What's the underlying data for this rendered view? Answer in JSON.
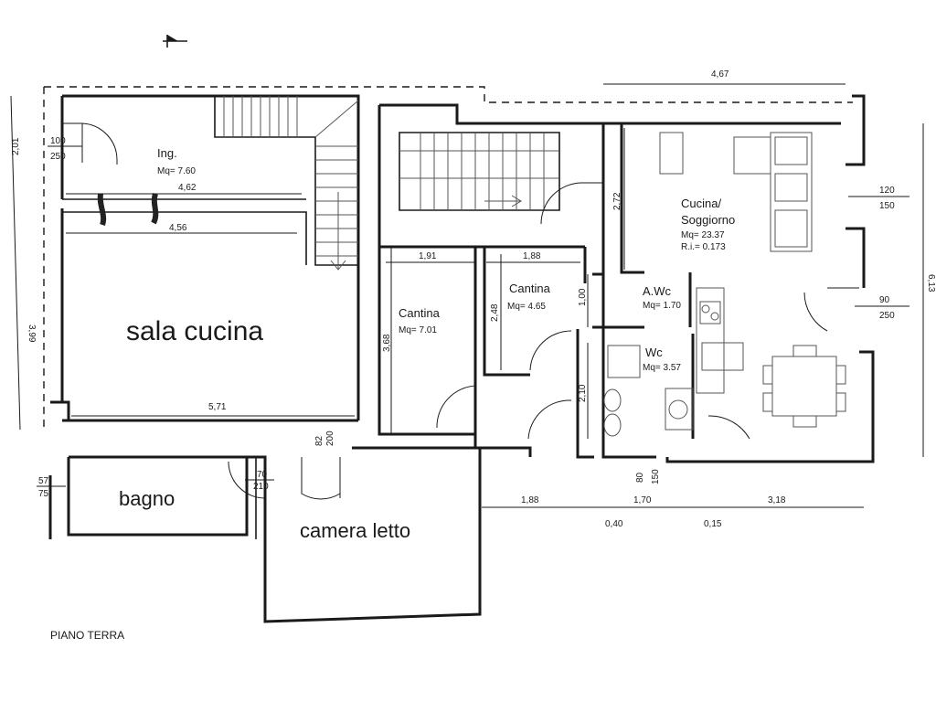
{
  "caption": "PIANO TERRA",
  "rooms": {
    "ingresso": {
      "name": "Ing.",
      "area": "Mq= 7.60"
    },
    "sala_cucina": {
      "name": "sala cucina"
    },
    "bagno": {
      "name": "bagno"
    },
    "camera_letto": {
      "name": "camera letto"
    },
    "cantina_1": {
      "name": "Cantina",
      "area": "Mq= 7.01"
    },
    "cantina_2": {
      "name": "Cantina",
      "area": "Mq= 4.65"
    },
    "awc": {
      "name": "A.Wc",
      "area": "Mq= 1.70"
    },
    "wc": {
      "name": "Wc",
      "area": "Mq= 3.57"
    },
    "cucina_soggiorno": {
      "name_line1": "Cucina/",
      "name_line2": "Soggiorno",
      "area": "Mq= 23.37",
      "ri": "R.i.= 0.173"
    }
  },
  "dimensions": {
    "d_467": "4,67",
    "d_201": "2,01",
    "d_462": "4,62",
    "d_456": "4,56",
    "d_399": "3,99",
    "d_571": "5,71",
    "d_191": "1,91",
    "d_188_top": "1,88",
    "d_248": "2,48",
    "d_368": "3,68",
    "d_272": "2,72",
    "d_100": "1,00",
    "d_210": "2,10",
    "d_188_bottom": "1,88",
    "d_040": "0,40",
    "d_170": "1,70",
    "d_015": "0,15",
    "d_318": "3,18",
    "d_613": "6,13"
  },
  "openings": {
    "o1_top": "100",
    "o1_bot": "250",
    "o2_top": "120",
    "o2_bot": "150",
    "o3_top": "90",
    "o3_bot": "250",
    "o4_top": "57",
    "o4_bot": "75",
    "o5_top": "70",
    "o5_bot": "210",
    "o6_a": "82",
    "o6_b": "200",
    "o7_a": "80",
    "o7_b": "150"
  }
}
